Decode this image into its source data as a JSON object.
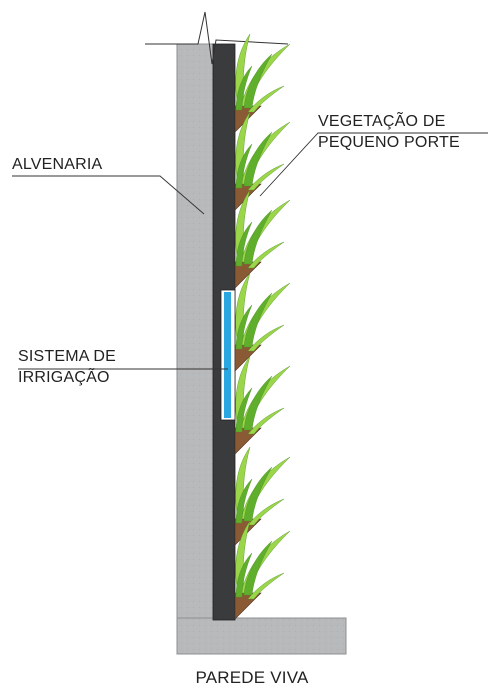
{
  "labels": {
    "alvenaria": "ALVENARIA",
    "vegetacao_line1": "VEGETAÇÃO DE",
    "vegetacao_line2": "PEQUENO PORTE",
    "irrigacao_line1": "SISTEMA DE",
    "irrigacao_line2": "IRRIGAÇÃO",
    "title": "PAREDE VIVA"
  },
  "colors": {
    "masonry": "#b8b9bb",
    "masonry_edge": "#8e8f91",
    "membrane": "#3a3b3d",
    "irrigation": "#2aa7e0",
    "soil": "#8a5a34",
    "plant_light": "#9bd64a",
    "plant_dark": "#5fae2c"
  },
  "icons": {
    "break_symbol": "zigzag-break-line"
  }
}
